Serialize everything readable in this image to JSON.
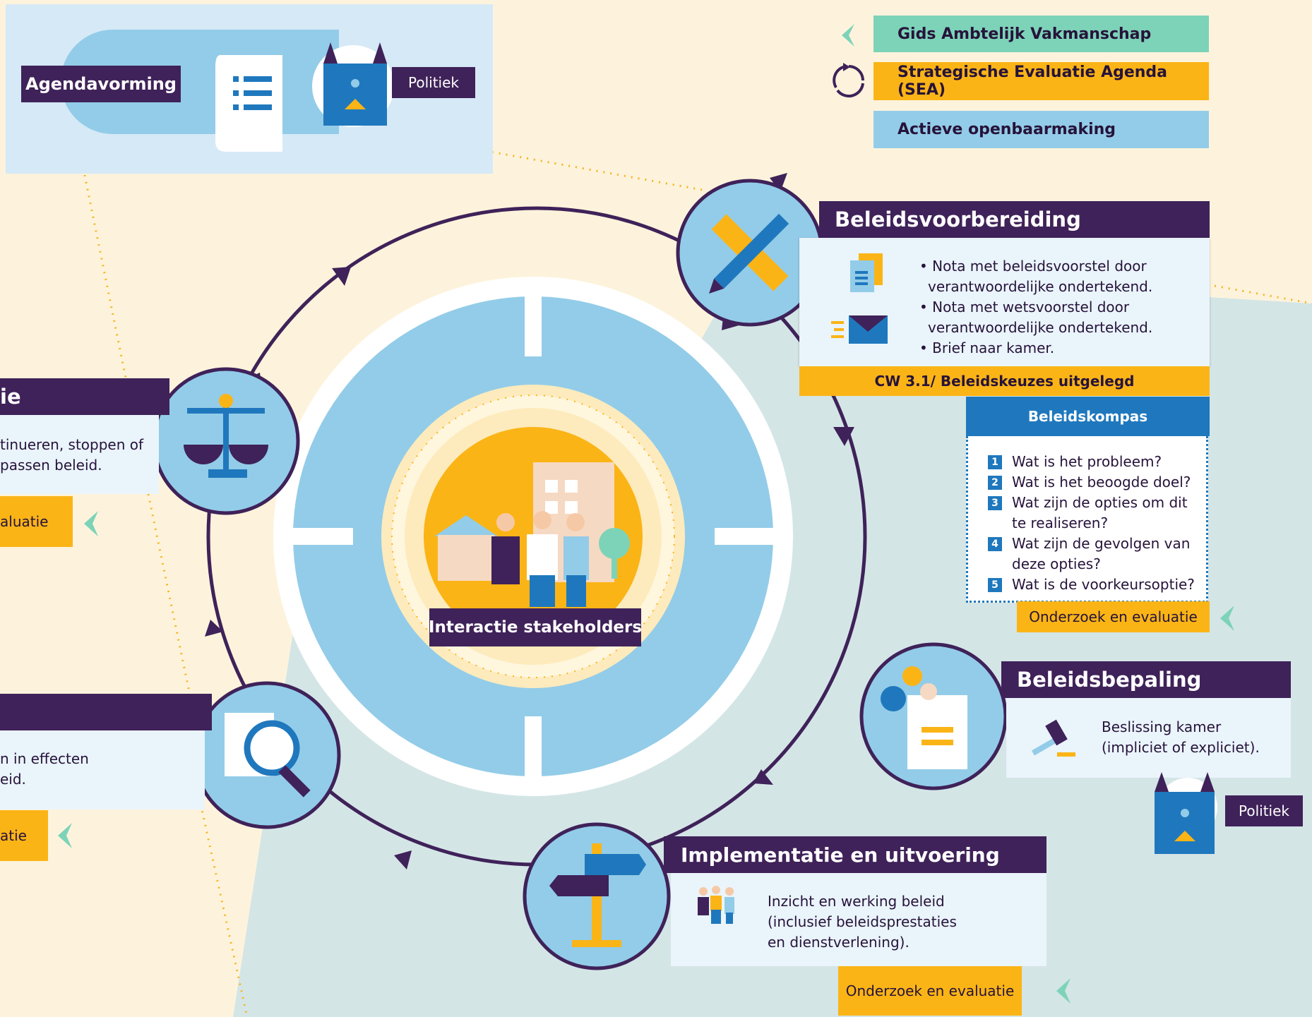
{
  "agendavorming": {
    "label": "Agendavorming",
    "politiek": "Politiek"
  },
  "legend": [
    {
      "label": "Gids Ambtelijk Vakmanschap",
      "color": "#7dd3b8",
      "icon": "chevron-left-icon"
    },
    {
      "label": "Strategische Evaluatie Agenda (SEA)",
      "color": "#fbb416",
      "icon": "cycle-arrows-icon"
    },
    {
      "label": "Actieve openbaarmaking",
      "color": "#93cce8",
      "icon": ""
    }
  ],
  "beleidsvoorbereiding": {
    "title": "Beleidsvoorbereiding",
    "lines": [
      "• Nota met beleidsvoorstel door",
      "verantwoordelijke ondertekend.",
      "• Nota met wetsvoorstel door",
      "verantwoordelijke ondertekend.",
      "• Brief naar kamer."
    ],
    "cw": "CW 3.1/ Beleidskeuzes uitgelegd"
  },
  "beleidskompas": {
    "title": "Beleidskompas",
    "items": [
      {
        "n": "1",
        "lines": [
          "Wat is het probleem?"
        ]
      },
      {
        "n": "2",
        "lines": [
          "Wat is het beoogde doel?"
        ]
      },
      {
        "n": "3",
        "lines": [
          "Wat zijn de opties om dit",
          "te realiseren?"
        ]
      },
      {
        "n": "4",
        "lines": [
          "Wat zijn de gevolgen van",
          "deze opties?"
        ]
      },
      {
        "n": "5",
        "lines": [
          "Wat is de voorkeursoptie?"
        ]
      }
    ],
    "onderzoek": "Onderzoek en evaluatie"
  },
  "beleidsbepaling": {
    "title": "Beleidsbepaling",
    "lines": [
      "Beslissing kamer",
      "(impliciet of expliciet)."
    ],
    "politiek": "Politiek"
  },
  "implementatie": {
    "title": "Implementatie en uitvoering",
    "lines": [
      "Inzicht en werking beleid",
      "(inclusief beleidsprestaties",
      "en dienstverlening)."
    ],
    "onderzoek": "Onderzoek en evaluatie"
  },
  "evaluatie": {
    "title_partial": "ie",
    "lines": [
      "tinueren, stoppen of",
      "passen beleid."
    ],
    "onderzoek_partial": "aluatie"
  },
  "monitoring": {
    "lines": [
      "n in effecten",
      "eid."
    ],
    "onderzoek_partial": "atie"
  },
  "center": {
    "label": "Interactie stakeholders"
  },
  "colors": {
    "purple": "#3f2259",
    "orange": "#fbb416",
    "blue_light": "#93cce8",
    "blue_mid": "#8ccbeb",
    "mint": "#7dd3b8",
    "blue_dark": "#1f78bd"
  }
}
